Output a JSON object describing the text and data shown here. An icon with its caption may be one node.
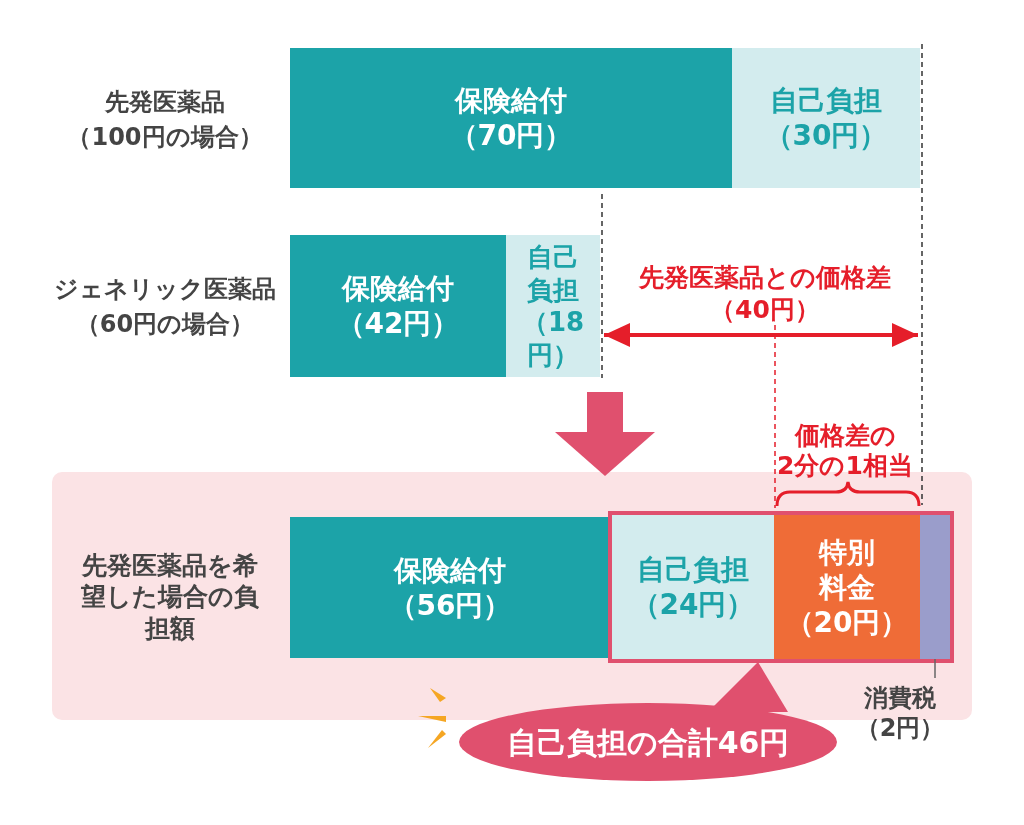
{
  "diagram": {
    "nodes": [
      {
        "text": [
          "保険給付",
          "（70円）"
        ],
        "beside": [
          "先発医薬品",
          "（100円の場合）"
        ]
      },
      {
        "text": [
          "自己負担",
          "（30円）"
        ]
      },
      {
        "text": [
          "保険給付",
          "（42円）"
        ],
        "beside": [
          "ジェネリック医薬品",
          "（60円の場合）"
        ]
      },
      {
        "text": [
          "自己負担",
          "（18円）"
        ]
      },
      {
        "text": [
          "先発医薬品を希望した場合の負担額"
        ]
      },
      {
        "text": [
          "保険給付",
          "（56円）"
        ],
        "in": 4
      },
      {
        "text": [],
        "shape": "box",
        "in": 4
      },
      {
        "text": [
          "自己負担",
          "（24円）"
        ],
        "in": 6
      },
      {
        "text": [
          "特別料金",
          "（20円）"
        ],
        "in": 6
      },
      {
        "text": [],
        "shape": "bar",
        "in": 6
      },
      {
        "text": [
          "自己負担の合計46円"
        ]
      },
      {
        "text": [
          "消費税",
          "（2円）"
        ]
      }
    ],
    "edges": [
      {
        "from": 3,
        "to": 4,
        "arrow": "to",
        "style": "thick",
        "color": "#e0506e"
      },
      {
        "from": 11,
        "to": 9,
        "arrow": "none",
        "color": "#666666"
      }
    ],
    "labels": [
      "先発医薬品との価格差（40円）",
      "価格差の",
      "2分の1相当"
    ]
  }
}
